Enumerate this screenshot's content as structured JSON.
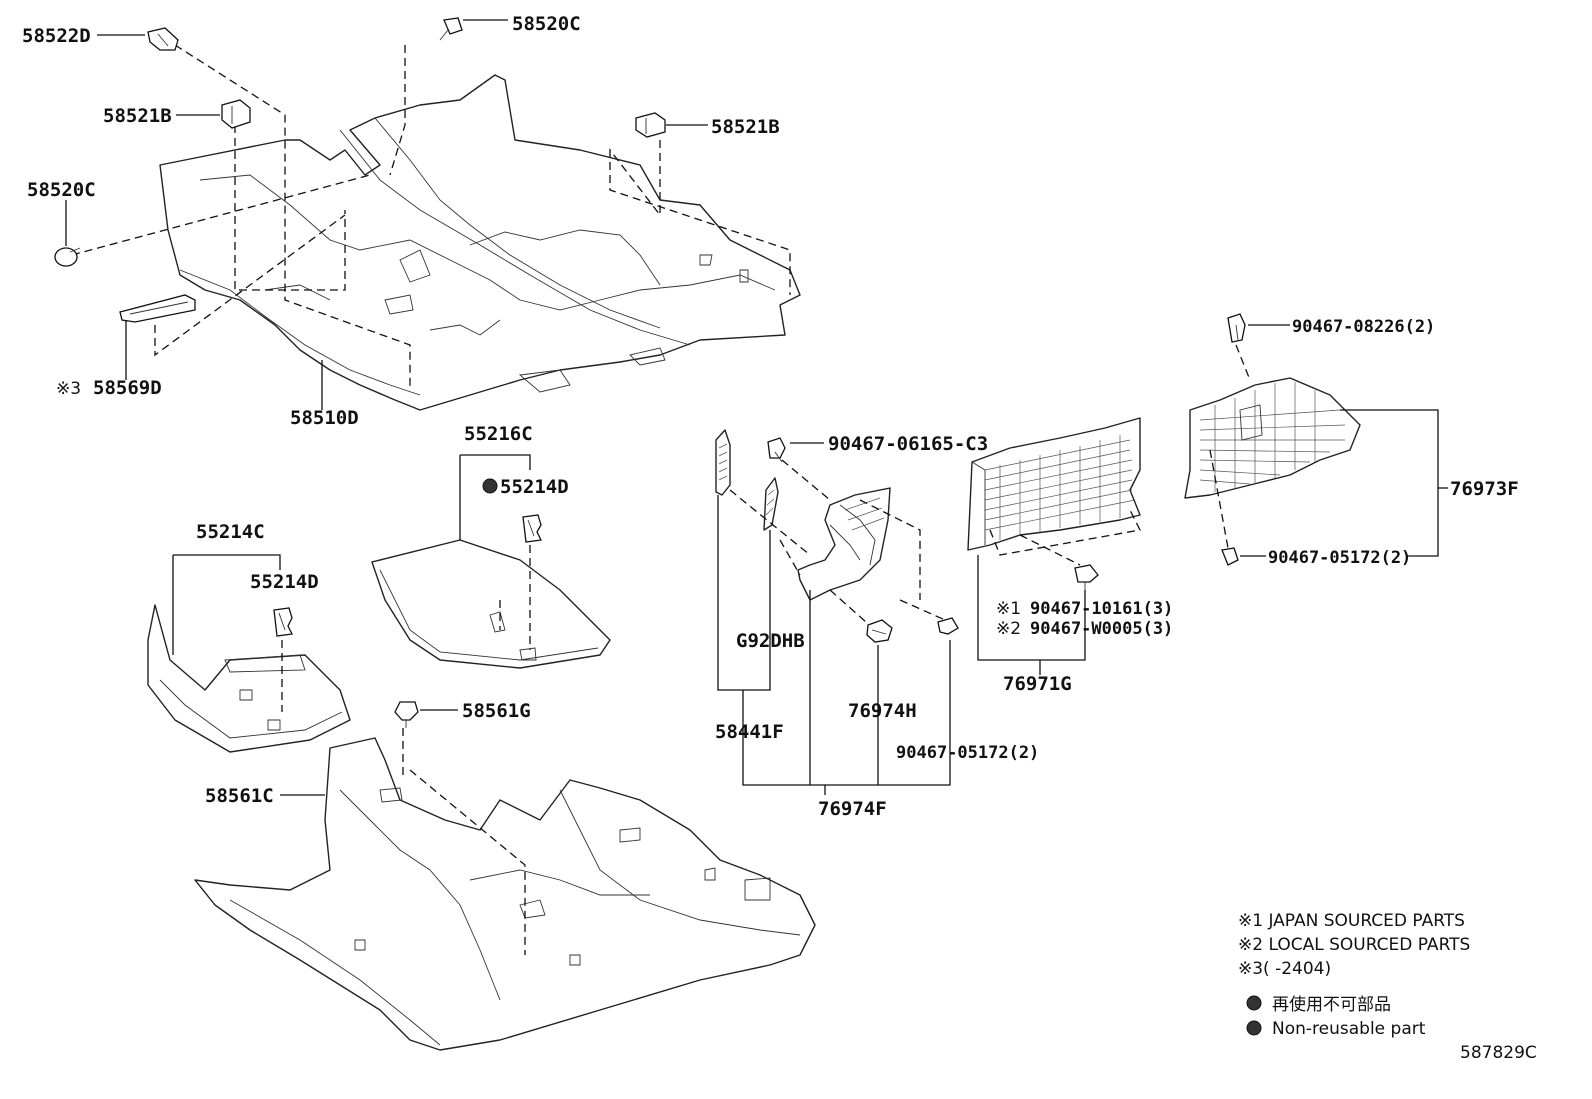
{
  "labels": {
    "p58522D": "58522D",
    "p58520C_top": "58520C",
    "p58521B_left": "58521B",
    "p58521B_right": "58521B",
    "p58520C_left": "58520C",
    "p58569D_mark": "※3",
    "p58569D": "58569D",
    "p58510D": "58510D",
    "p55216C": "55216C",
    "p55214D_a": "55214D",
    "p55214C": "55214C",
    "p55214D_b": "55214D",
    "p58561G": "58561G",
    "p58561C": "58561C",
    "p90467_06165_C3": "90467-06165-C3",
    "pG92DHB": "G92DHB",
    "p58441F": "58441F",
    "p76974H": "76974H",
    "p90467_05172_mid": "90467-05172(2)",
    "p76974F": "76974F",
    "p90467_10161": "90467-10161(3)",
    "p90467_W0005": "90467-W0005(3)",
    "p76971G": "76971G",
    "p90467_08226": "90467-08226(2)",
    "p76973F": "76973F",
    "p90467_05172_right": "90467-05172(2)",
    "mark1": "※1",
    "mark2": "※2"
  },
  "legend": {
    "note1": "※1 JAPAN SOURCED PARTS",
    "note2": "※2 LOCAL SOURCED PARTS",
    "note3": "※3(      -2404)",
    "nonreusable_jp": "再使用不可部品",
    "nonreusable_en": "Non-reusable part"
  },
  "diagram_id": "587829C"
}
